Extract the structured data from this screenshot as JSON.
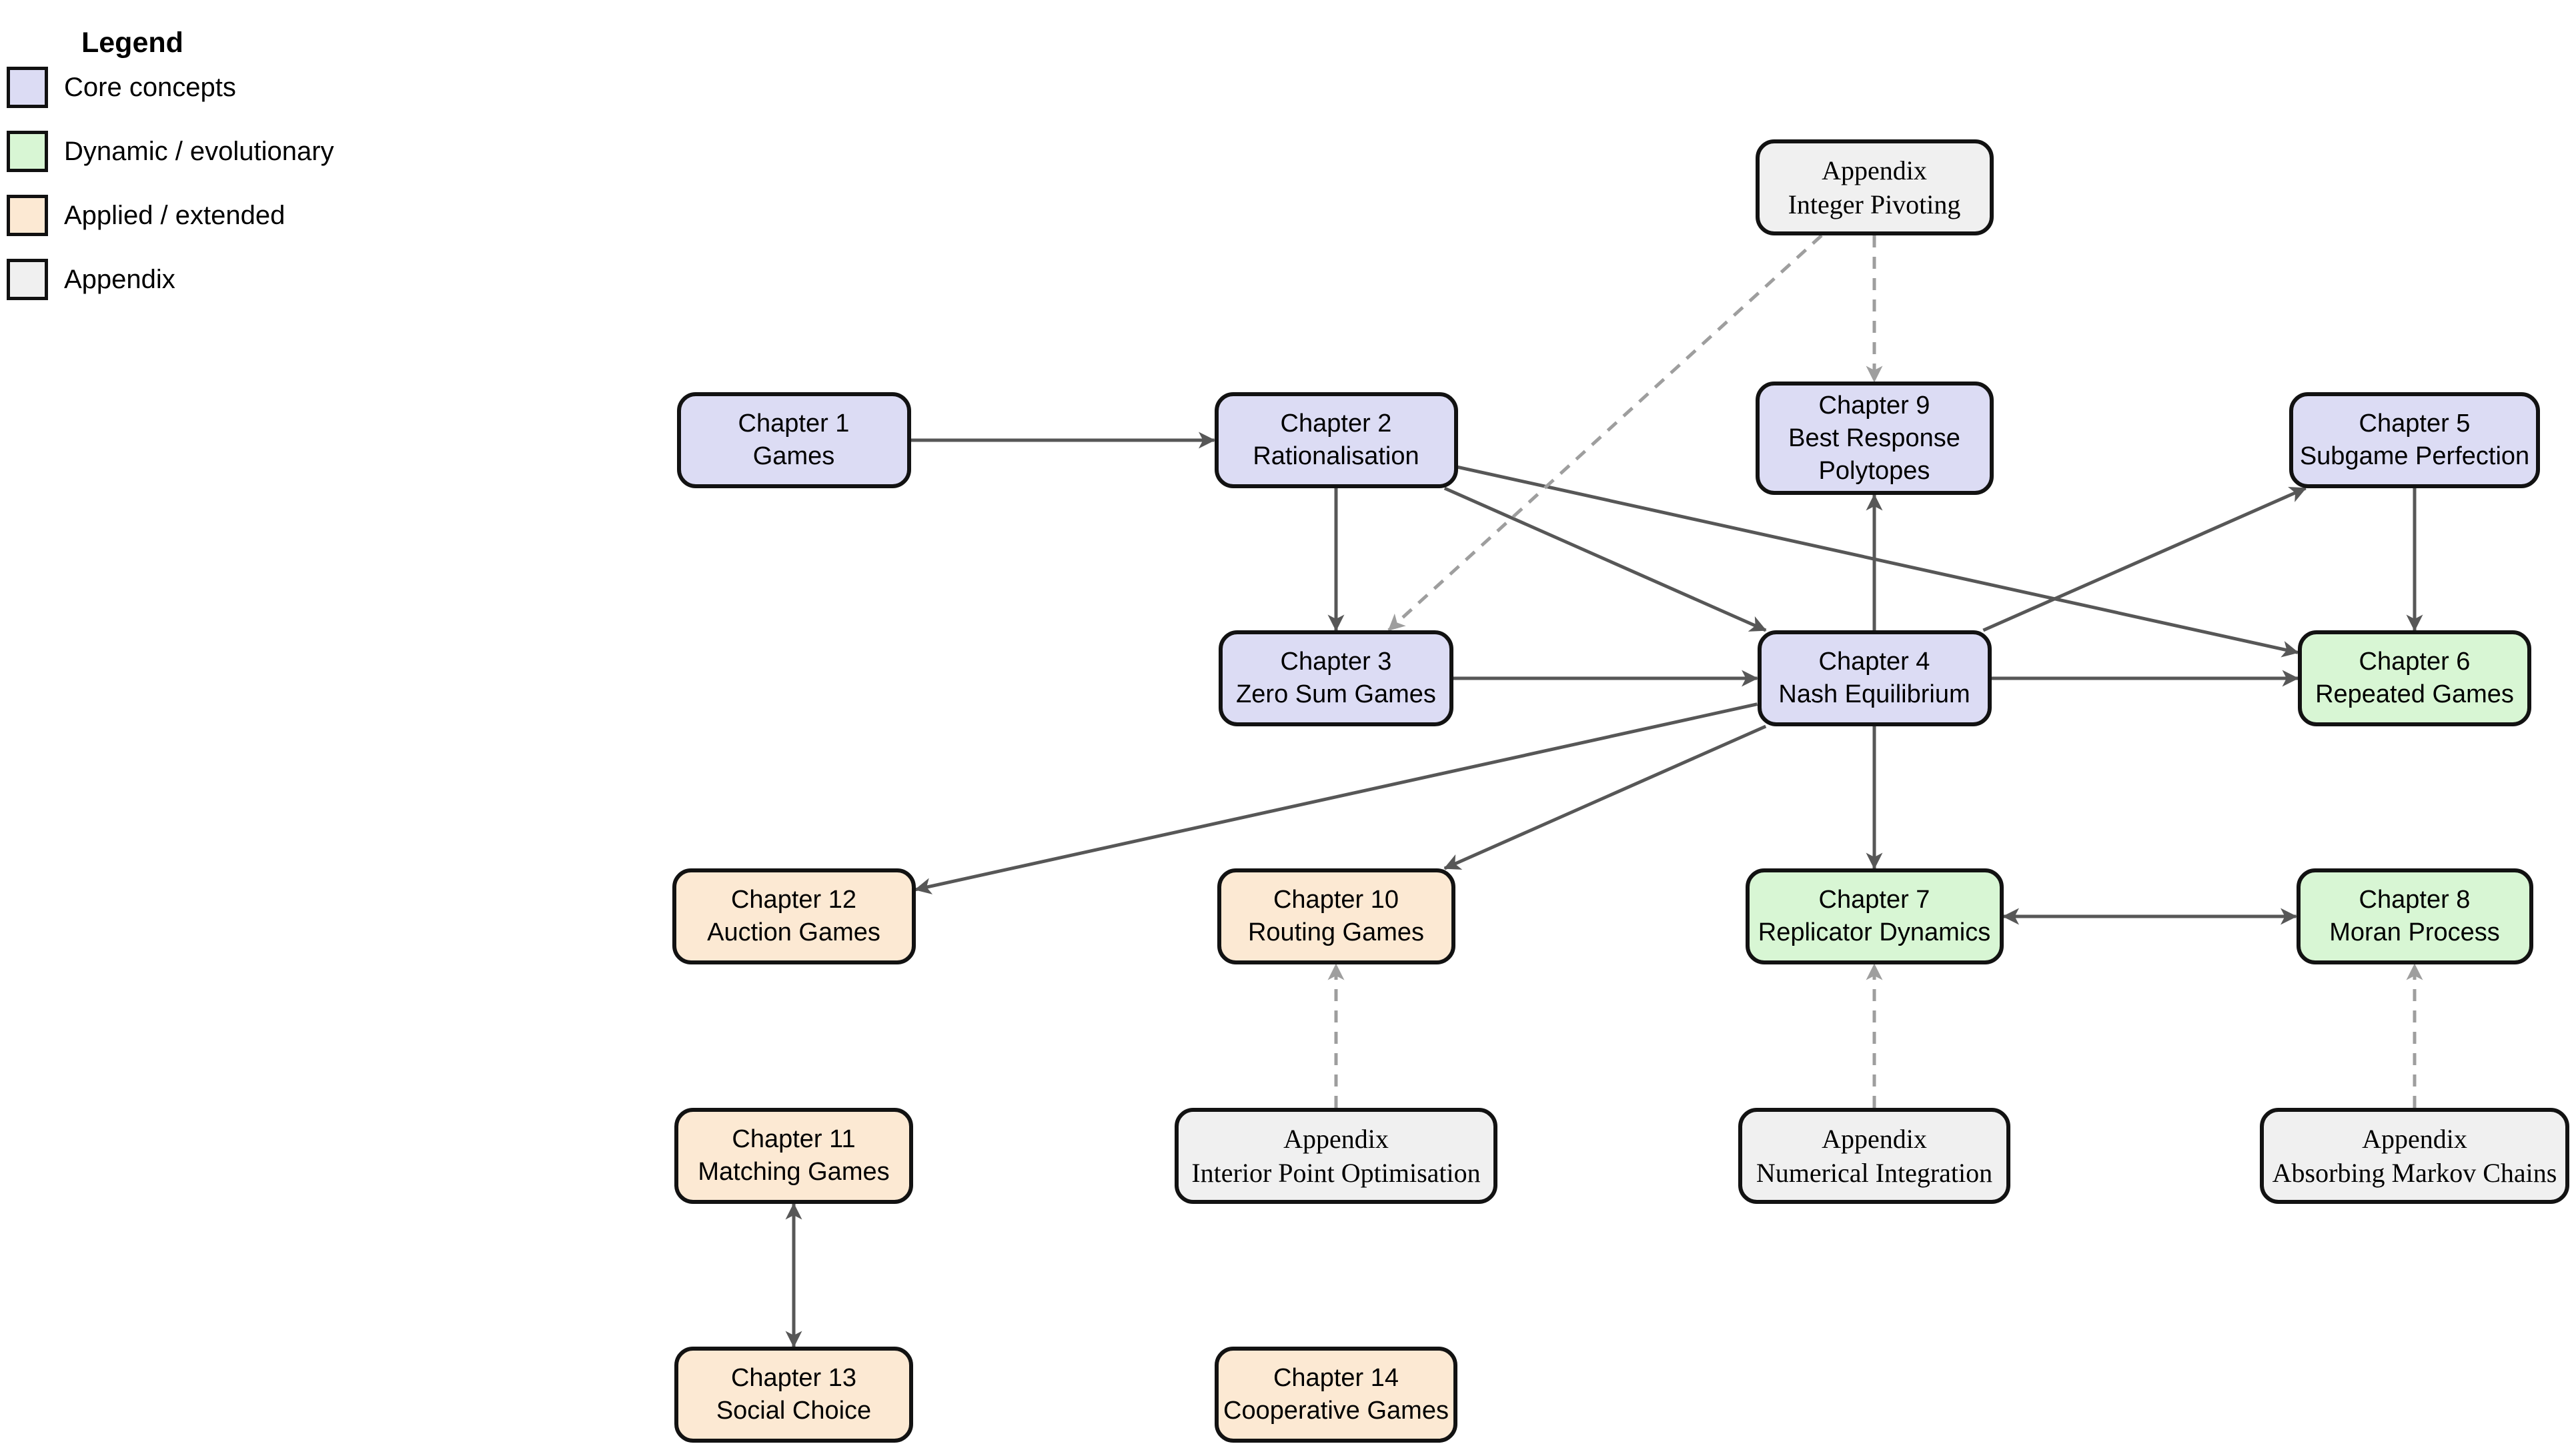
{
  "legend": {
    "title": "Legend",
    "items": [
      {
        "id": "core",
        "label": "Core concepts",
        "color": "#dcdcf4"
      },
      {
        "id": "dynamic",
        "label": "Dynamic / evolutionary",
        "color": "#d8f6d4"
      },
      {
        "id": "applied",
        "label": "Applied / extended",
        "color": "#fce9d3"
      },
      {
        "id": "appendix",
        "label": "Appendix",
        "color": "#f0f0f0"
      }
    ]
  },
  "diagram": {
    "type_colors": {
      "core": "#dcdcf4",
      "dynamic": "#d8f6d4",
      "applied": "#fce9d3",
      "appendix": "#f0f0f0"
    },
    "colors": {
      "background": "#ffffff",
      "box_border": "#121212",
      "solid_edge": "#575757",
      "dashed_edge": "#9e9e9e",
      "text": "#000000"
    },
    "nodes": [
      {
        "id": "ch1",
        "type": "core",
        "lines": [
          "Chapter 1",
          "Games"
        ]
      },
      {
        "id": "ch2",
        "type": "core",
        "lines": [
          "Chapter 2",
          "Rationalisation"
        ]
      },
      {
        "id": "ch3",
        "type": "core",
        "lines": [
          "Chapter 3",
          "Zero Sum Games"
        ]
      },
      {
        "id": "ch4",
        "type": "core",
        "lines": [
          "Chapter 4",
          "Nash Equilibrium"
        ]
      },
      {
        "id": "ch5",
        "type": "core",
        "lines": [
          "Chapter 5",
          "Subgame Perfection"
        ]
      },
      {
        "id": "ch9",
        "type": "core",
        "lines": [
          "Chapter 9",
          "Best Response",
          "Polytopes"
        ]
      },
      {
        "id": "ch6",
        "type": "dynamic",
        "lines": [
          "Chapter 6",
          "Repeated Games"
        ]
      },
      {
        "id": "ch7",
        "type": "dynamic",
        "lines": [
          "Chapter 7",
          "Replicator Dynamics"
        ]
      },
      {
        "id": "ch8",
        "type": "dynamic",
        "lines": [
          "Chapter 8",
          "Moran Process"
        ]
      },
      {
        "id": "ch10",
        "type": "applied",
        "lines": [
          "Chapter 10",
          "Routing Games"
        ]
      },
      {
        "id": "ch11",
        "type": "applied",
        "lines": [
          "Chapter 11",
          "Matching Games"
        ]
      },
      {
        "id": "ch12",
        "type": "applied",
        "lines": [
          "Chapter 12",
          "Auction Games"
        ]
      },
      {
        "id": "ch13",
        "type": "applied",
        "lines": [
          "Chapter 13",
          "Social Choice"
        ]
      },
      {
        "id": "ch14",
        "type": "applied",
        "lines": [
          "Chapter 14",
          "Cooperative Games"
        ]
      },
      {
        "id": "a1",
        "type": "appendix",
        "lines": [
          "Appendix",
          "Integer Pivoting"
        ]
      },
      {
        "id": "a2",
        "type": "appendix",
        "lines": [
          "Appendix",
          "Interior Point Optimisation"
        ]
      },
      {
        "id": "a3",
        "type": "appendix",
        "lines": [
          "Appendix",
          "Numerical Integration"
        ]
      },
      {
        "id": "a4",
        "type": "appendix",
        "lines": [
          "Appendix",
          "Absorbing Markov Chains"
        ]
      }
    ],
    "edges": [
      {
        "from": "ch1",
        "to": "ch2",
        "style": "solid"
      },
      {
        "from": "ch2",
        "to": "ch3",
        "style": "solid"
      },
      {
        "from": "ch2",
        "to": "ch4",
        "style": "solid"
      },
      {
        "from": "ch2",
        "to": "ch6",
        "style": "solid"
      },
      {
        "from": "ch3",
        "to": "ch4",
        "style": "solid"
      },
      {
        "from": "ch4",
        "to": "ch9",
        "style": "solid"
      },
      {
        "from": "ch4",
        "to": "ch5",
        "style": "solid"
      },
      {
        "from": "ch4",
        "to": "ch6",
        "style": "solid"
      },
      {
        "from": "ch5",
        "to": "ch6",
        "style": "solid"
      },
      {
        "from": "ch4",
        "to": "ch7",
        "style": "solid"
      },
      {
        "from": "ch4",
        "to": "ch10",
        "style": "solid"
      },
      {
        "from": "ch4",
        "to": "ch12",
        "style": "solid"
      },
      {
        "from": "ch7",
        "to": "ch8",
        "style": "solid",
        "bidirectional": true
      },
      {
        "from": "ch11",
        "to": "ch13",
        "style": "solid",
        "bidirectional": true
      },
      {
        "from": "a1",
        "to": "ch3",
        "style": "dashed"
      },
      {
        "from": "a1",
        "to": "ch9",
        "style": "dashed"
      },
      {
        "from": "a2",
        "to": "ch10",
        "style": "dashed"
      },
      {
        "from": "a3",
        "to": "ch7",
        "style": "dashed"
      },
      {
        "from": "a4",
        "to": "ch8",
        "style": "dashed"
      }
    ]
  }
}
